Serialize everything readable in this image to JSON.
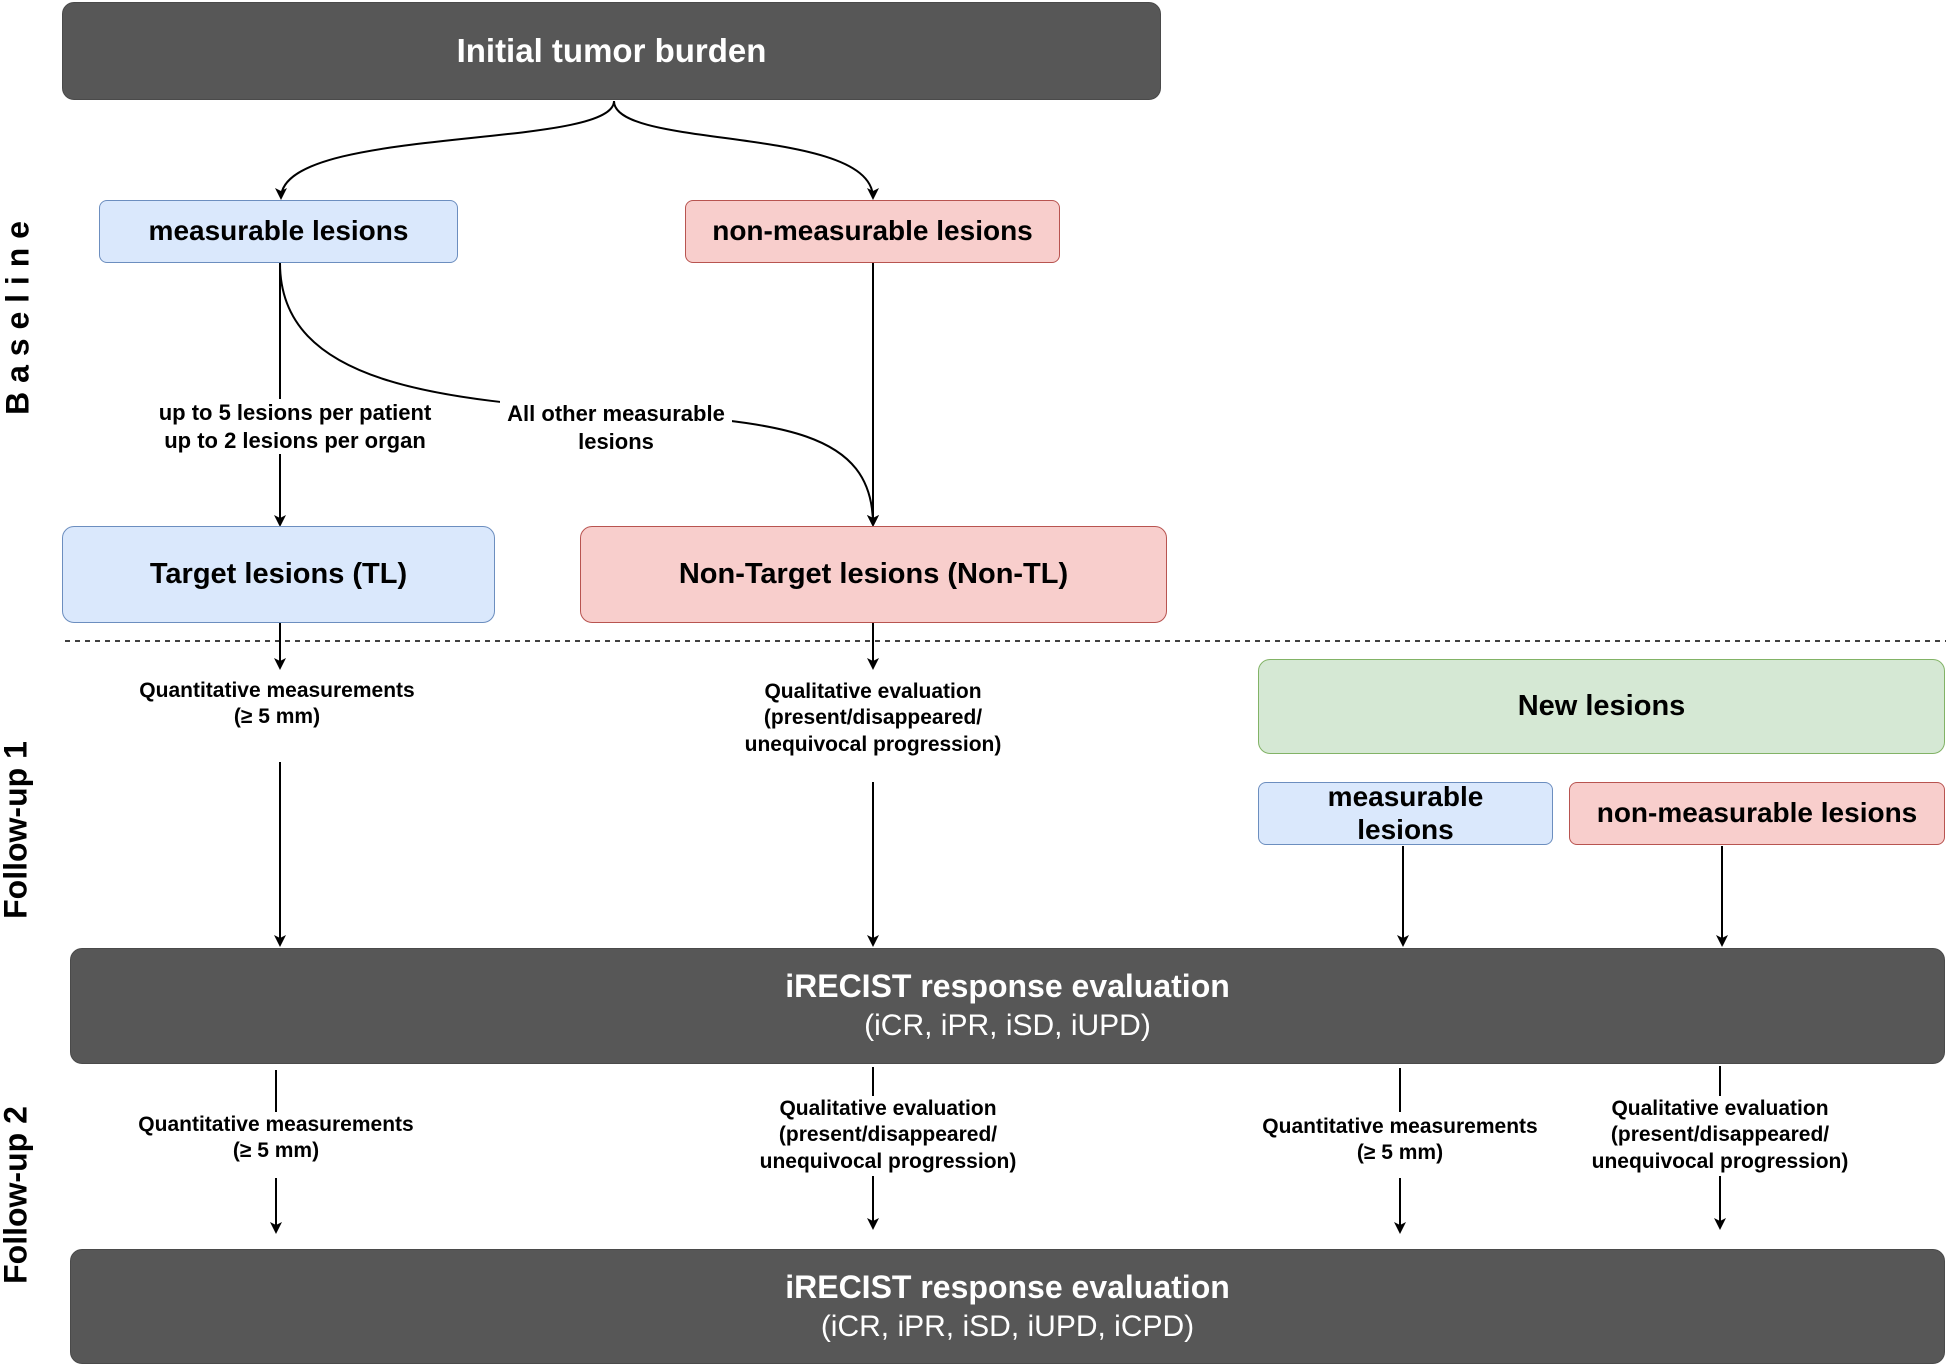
{
  "phases": {
    "baseline": "B a s e l i n e",
    "followup1": "Follow-up 1",
    "followup2": "Follow-up 2"
  },
  "nodes": {
    "initial": "Initial tumor burden",
    "measurable": "measurable lesions",
    "non_measurable": "non-measurable lesions",
    "target": "Target lesions (TL)",
    "non_target": "Non-Target lesions (Non-TL)",
    "new_lesions": "New lesions",
    "new_measurable": "measurable lesions",
    "new_non_measurable": "non-measurable lesions",
    "eval1_title": "iRECIST response evaluation",
    "eval1_sub": "(iCR, iPR, iSD, iUPD)",
    "eval2_title": "iRECIST response evaluation",
    "eval2_sub": "(iCR, iPR, iSD, iUPD, iCPD)"
  },
  "edge_labels": {
    "up_to_5": "up to 5 lesions per patient",
    "up_to_2": "up to 2 lesions per organ",
    "all_other_1": "All other measurable",
    "all_other_2": "lesions",
    "quant_1": "Quantitative measurements",
    "quant_2": "(≥ 5 mm)",
    "qual_1": "Qualitative evaluation",
    "qual_2": "(present/disappeared/",
    "qual_3": "unequivocal progression)"
  }
}
